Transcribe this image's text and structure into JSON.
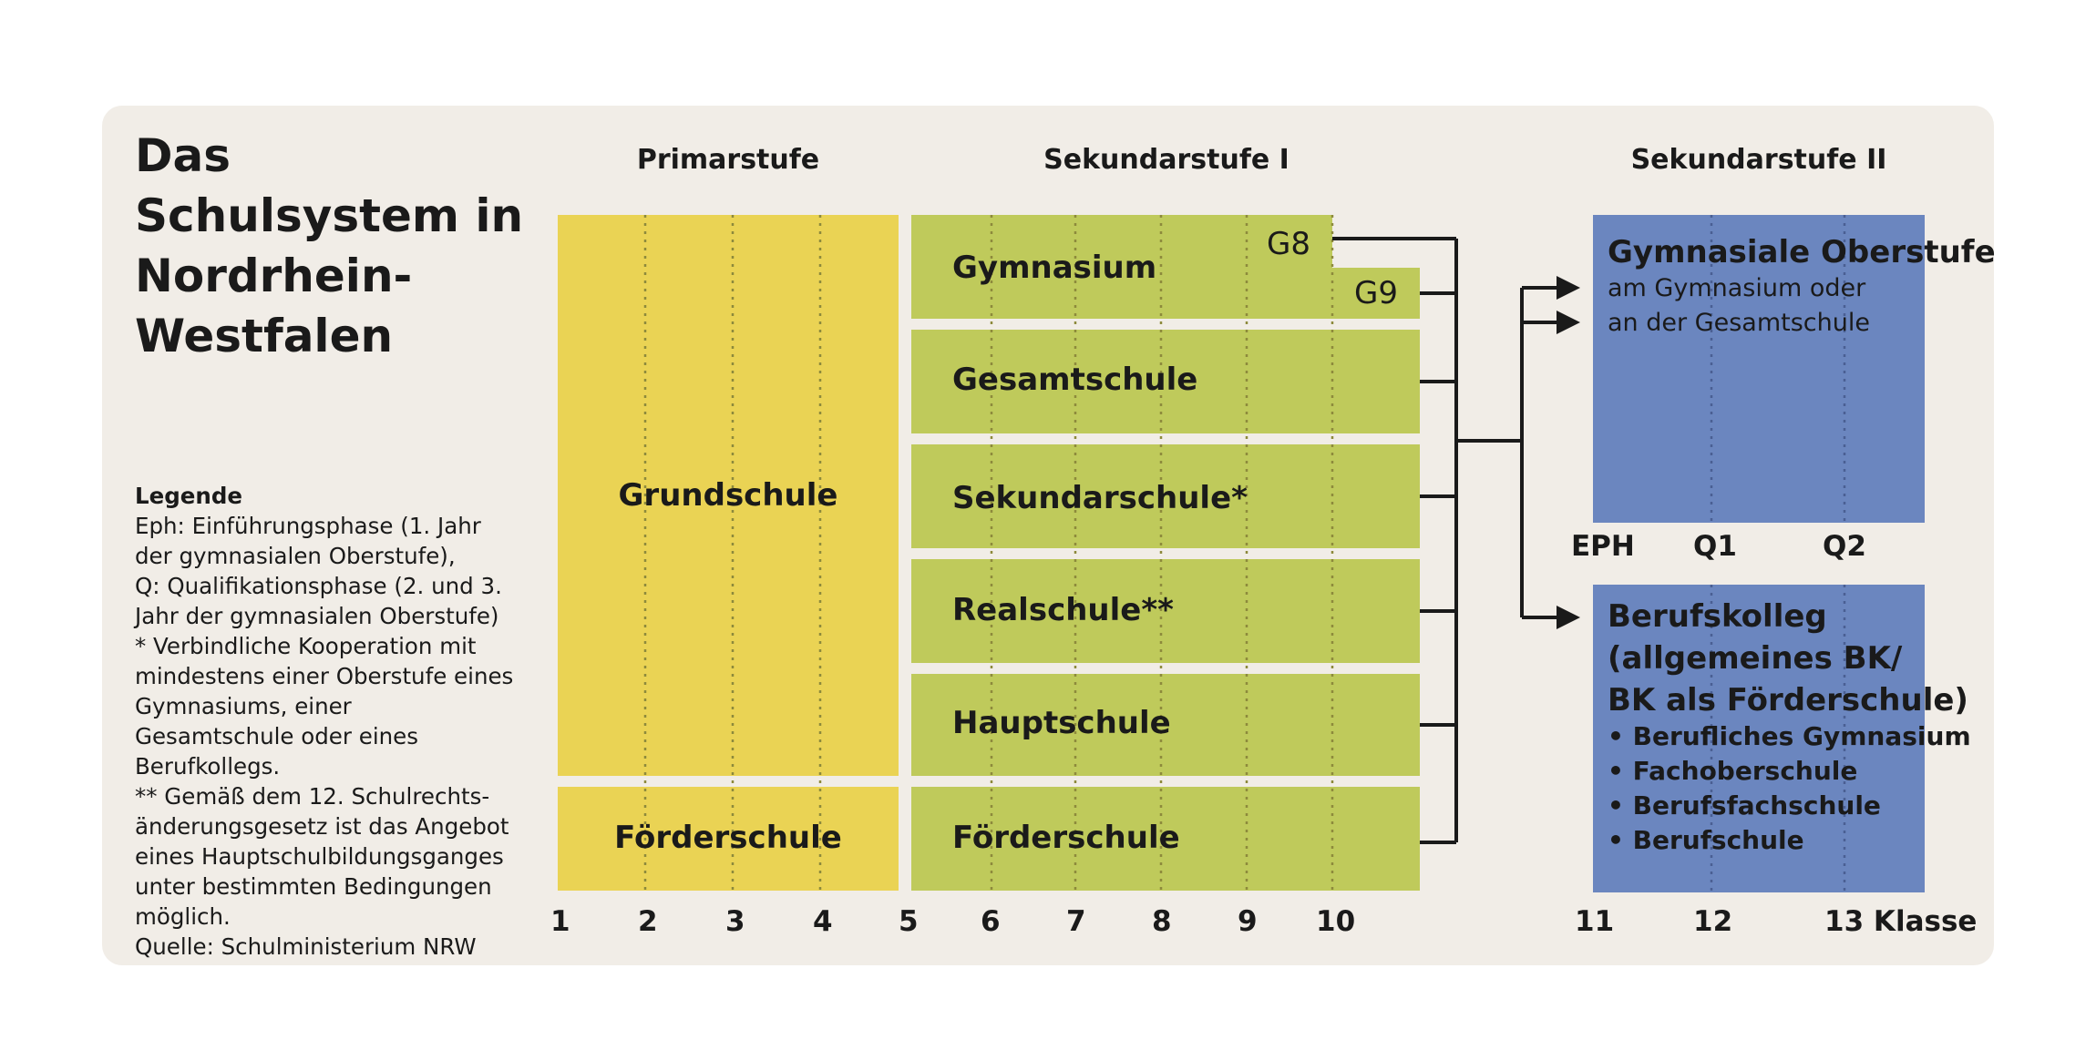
{
  "title": "Das Schulsystem in Nordrhein-Westfalen",
  "stages": {
    "primary": "Primarstufe",
    "secondary1": "Sekundarstufe I",
    "secondary2": "Sekundarstufe II"
  },
  "legend": {
    "heading": "Legende",
    "lines": [
      "Eph: Einführungsphase (1. Jahr der gymnasialen Oberstufe),",
      "Q: Qualifikationsphase (2. und 3. Jahr der gymnasialen Oberstufe)",
      "* Verbindliche Kooperation mit mindestens einer Oberstufe eines Gymnasiums, einer Gesamtschule oder eines Berufkollegs.",
      "** Gemäß dem 12. Schulrechts-änderungsgesetz ist das Angebot eines Hauptschulbildungsganges unter bestimmten Bedingungen möglich.",
      "Quelle: Schulministerium NRW"
    ]
  },
  "primary_schools": {
    "grundschule": "Grundschule",
    "foerderschule": "Förderschule"
  },
  "secondary_schools": {
    "gymnasium": "Gymnasium",
    "g8": "G8",
    "g9": "G9",
    "gesamtschule": "Gesamtschule",
    "sekundarschule": "Sekundarschule*",
    "realschule": "Realschule**",
    "hauptschule": "Hauptschule",
    "foerderschule": "Förderschule"
  },
  "oberstufe": {
    "title": "Gymnasiale Oberstufe",
    "sub1": "am Gymnasium oder",
    "sub2": "an der Gesamtschule"
  },
  "berufskolleg": {
    "title_lines": [
      "Berufskolleg",
      "(allgemeines BK/",
      "BK als Förderschule)"
    ],
    "bullets": [
      "Berufliches Gymnasium",
      "Fachoberschule",
      "Berufsfachschule",
      "Berufschule"
    ]
  },
  "phases": [
    "EPH",
    "Q1",
    "Q2"
  ],
  "grades": [
    "1",
    "2",
    "3",
    "4",
    "5",
    "6",
    "7",
    "8",
    "9",
    "10",
    "11",
    "12",
    "13 Klasse"
  ],
  "colors": {
    "panel": "#f1ede7",
    "primary": "#ead354",
    "secondary1": "#bfca5b",
    "secondary2": "#6b86bf",
    "lines": "#1a1a1a"
  }
}
